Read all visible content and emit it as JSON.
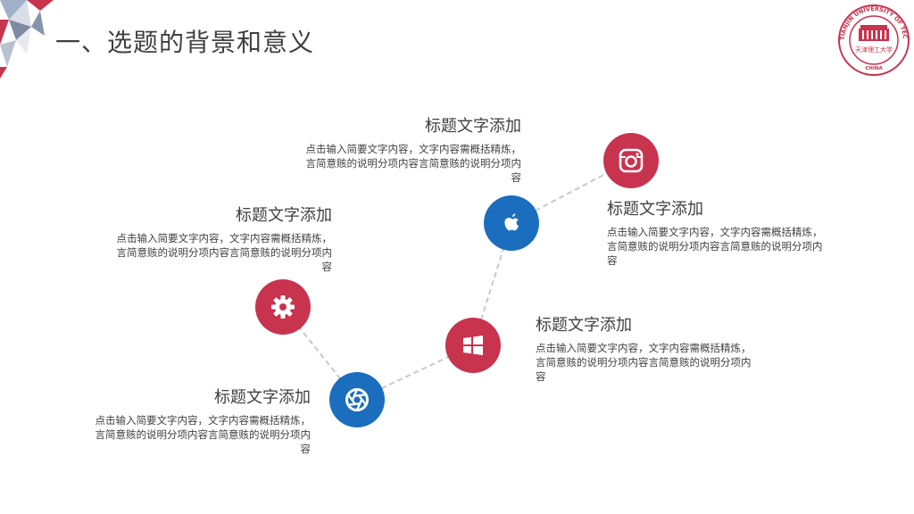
{
  "page": {
    "title": "一、选题的背景和意义"
  },
  "logo": {
    "ring_text": "TIANJIN UNIVERSITY OF TECHNOLOGY",
    "center_text": "天津理工大学",
    "bottom_text": "CHINA",
    "color": "#c8334e"
  },
  "colors": {
    "accent_red": "#c8334e",
    "accent_blue": "#1a6ebd",
    "connector": "#c8c8c8"
  },
  "blocks": [
    {
      "title": "标题文字添加",
      "desc": "点击输入简要文字内容，文字内容需概括精炼，言简意赅的说明分项内容言简意赅的说明分项内容"
    },
    {
      "title": "标题文字添加",
      "desc": "点击输入简要文字内容，文字内容需概括精炼，言简意赅的说明分项内容言简意赅的说明分项内容"
    },
    {
      "title": "标题文字添加",
      "desc": "点击输入简要文字内容，文字内容需概括精炼，言简意赅的说明分项内容言简意赅的说明分项内容"
    },
    {
      "title": "标题文字添加",
      "desc": "点击输入简要文字内容，文字内容需概括精炼，言简意赅的说明分项内容言简意赅的说明分项内容"
    },
    {
      "title": "标题文字添加",
      "desc": "点击输入简要文字内容，文字内容需概括精炼，言简意赅的说明分项内容言简意赅的说明分项内容"
    }
  ],
  "nodes": [
    {
      "icon": "camera-aperture-icon",
      "color": "blue"
    },
    {
      "icon": "gear-icon",
      "color": "red"
    },
    {
      "icon": "windows-icon",
      "color": "red"
    },
    {
      "icon": "apple-icon",
      "color": "blue"
    },
    {
      "icon": "instagram-icon",
      "color": "red"
    }
  ]
}
